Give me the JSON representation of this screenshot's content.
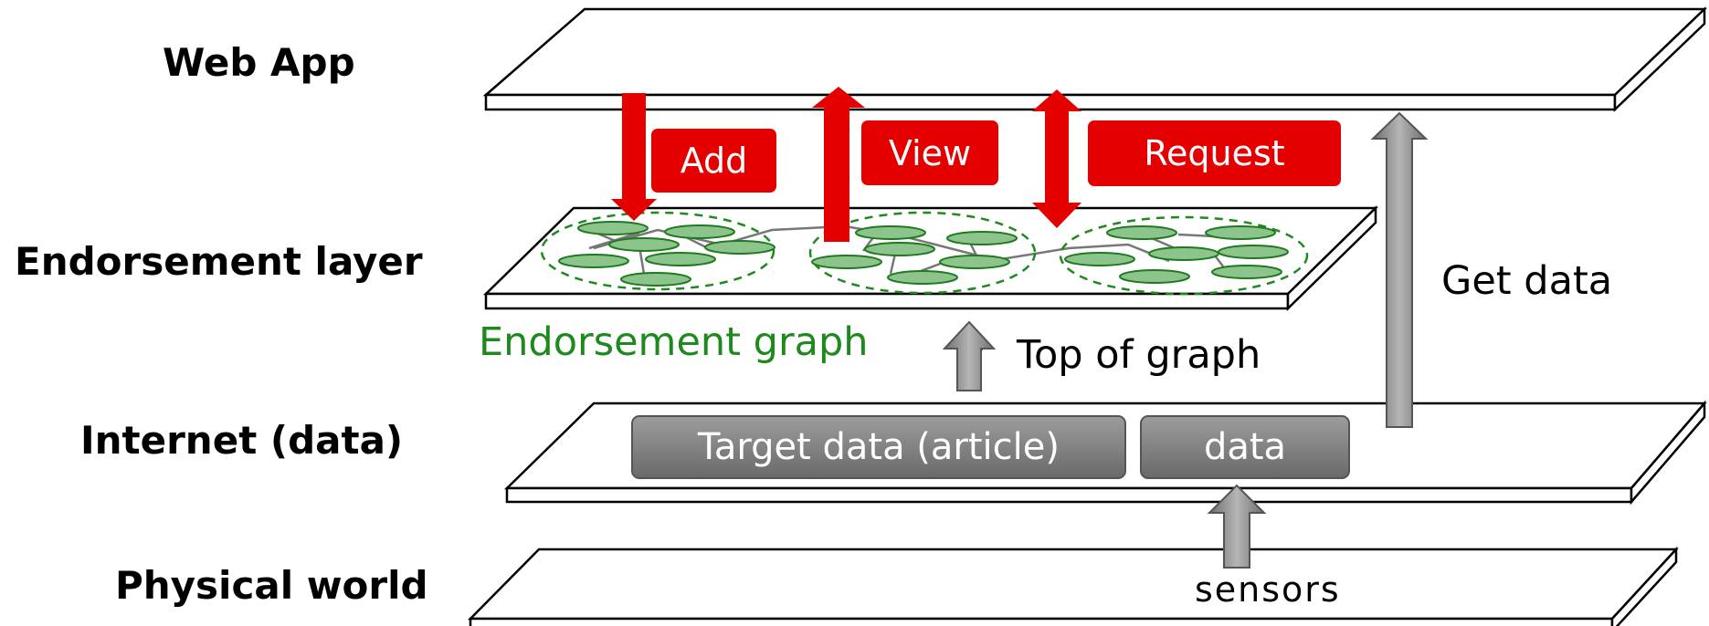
{
  "layers": {
    "web_app": "Web App",
    "endorsement": "Endorsement layer",
    "internet": "Internet (data)",
    "physical": "Physical world"
  },
  "actions": {
    "add": "Add",
    "view": "View",
    "request": "Request"
  },
  "graph_label": "Endorsement graph",
  "top_of_graph": "Top of graph",
  "get_data": "Get data",
  "target_data": "Target data (article)",
  "data": "data",
  "sensors": "sensors",
  "colors": {
    "red": "#e50000",
    "green": "#1e8a1e",
    "node_fill": "#8cc48c",
    "gray_arrow": "#8a8a8a"
  }
}
